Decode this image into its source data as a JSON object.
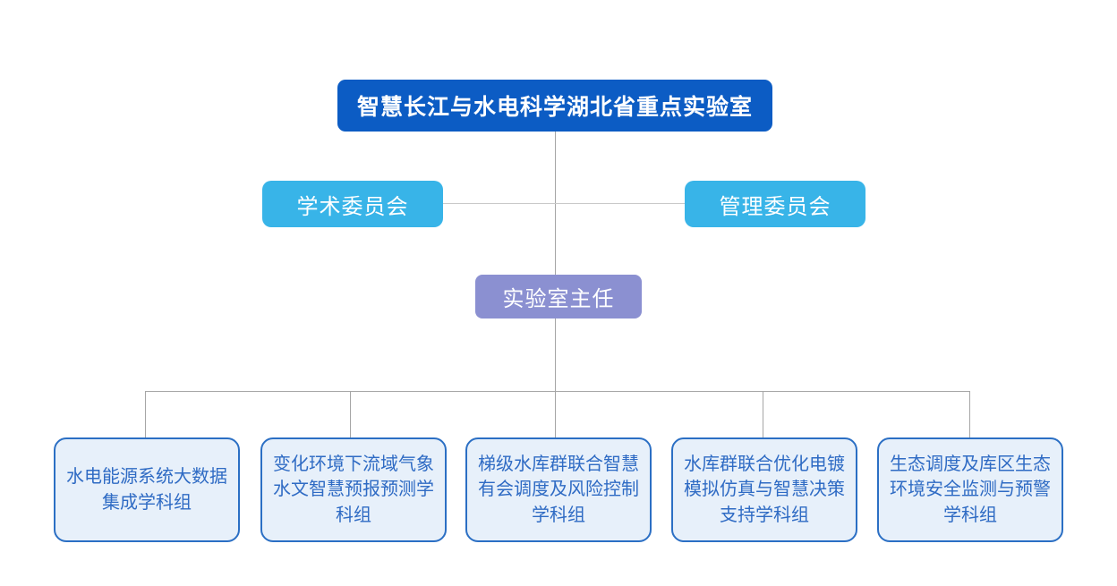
{
  "org_chart": {
    "root": {
      "label": "智慧长江与水电科学湖北省重点实验室"
    },
    "committees": [
      {
        "id": "academic",
        "label": "学术委员会"
      },
      {
        "id": "management",
        "label": "管理委员会"
      }
    ],
    "director": {
      "label": "实验室主任"
    },
    "groups": [
      {
        "label": "水电能源系统大数据集成学科组"
      },
      {
        "label": "变化环境下流域气象水文智慧预报预测学科组"
      },
      {
        "label": "梯级水库群联合智慧有会调度及风险控制学科组"
      },
      {
        "label": "水库群联合优化电镀模拟仿真与智慧决策支持学科组"
      },
      {
        "label": "生态调度及库区生态环境安全监测与预警学科组"
      }
    ],
    "colors": {
      "root_bg": "#0c5cc4",
      "committee_bg": "#38b4e8",
      "director_bg": "#8b90d1",
      "group_bg": "#e7f0fa",
      "group_border": "#2b6fc4",
      "group_text": "#2f6bc4",
      "text_on_fill": "#ffffff",
      "connector": "#a6a6a6",
      "connector_light": "#c9c9c9"
    }
  }
}
